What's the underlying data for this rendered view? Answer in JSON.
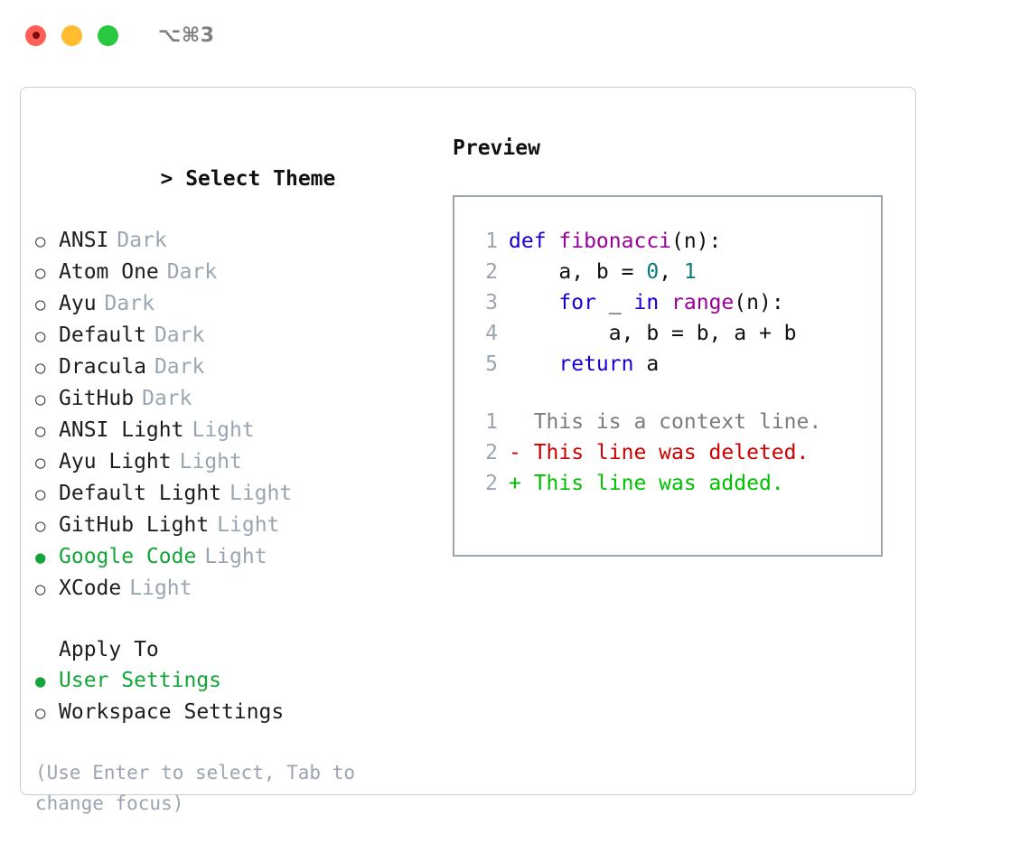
{
  "titlebar": {
    "buttons": [
      {
        "name": "close-button",
        "color": "#ff5f57"
      },
      {
        "name": "minimize-button",
        "color": "#febc2e"
      },
      {
        "name": "maximize-button",
        "color": "#28c840"
      }
    ],
    "shortcut": "⌥⌘3"
  },
  "colors": {
    "accent_green": "#13a538",
    "muted": "#9aa5b1",
    "text": "#1b1d21",
    "keyword": "#1500d4",
    "function": "#990099",
    "number": "#0a7b7b",
    "diff_context": "#7c7c7c",
    "diff_deleted": "#cc0000",
    "diff_added": "#00c000",
    "panel_border": "#c8cdd6",
    "preview_border": "#9aa5b1"
  },
  "theme_panel": {
    "caret": ">",
    "title": "Select Theme",
    "bullet_unselected": "○",
    "bullet_selected": "●",
    "options": [
      {
        "label": "ANSI",
        "kind": "Dark",
        "selected": false
      },
      {
        "label": "Atom One",
        "kind": "Dark",
        "selected": false
      },
      {
        "label": "Ayu",
        "kind": "Dark",
        "selected": false
      },
      {
        "label": "Default",
        "kind": "Dark",
        "selected": false
      },
      {
        "label": "Dracula",
        "kind": "Dark",
        "selected": false
      },
      {
        "label": "GitHub",
        "kind": "Dark",
        "selected": false
      },
      {
        "label": "ANSI Light",
        "kind": "Light",
        "selected": false
      },
      {
        "label": "Ayu Light",
        "kind": "Light",
        "selected": false
      },
      {
        "label": "Default Light",
        "kind": "Light",
        "selected": false
      },
      {
        "label": "GitHub Light",
        "kind": "Light",
        "selected": false
      },
      {
        "label": "Google Code",
        "kind": "Light",
        "selected": true
      },
      {
        "label": "XCode",
        "kind": "Light",
        "selected": false
      }
    ]
  },
  "apply_to": {
    "title": "Apply To",
    "options": [
      {
        "label": "User Settings",
        "selected": true
      },
      {
        "label": "Workspace Settings",
        "selected": false
      }
    ]
  },
  "hint": "(Use Enter to select, Tab to change focus)",
  "preview": {
    "title": "Preview",
    "code_lines": [
      {
        "num": "1",
        "tokens": [
          {
            "t": "def ",
            "c": "kw"
          },
          {
            "t": "fibonacci",
            "c": "fn"
          },
          {
            "t": "(n):",
            "c": "pln"
          }
        ]
      },
      {
        "num": "2",
        "tokens": [
          {
            "t": "    a, b = ",
            "c": "pln"
          },
          {
            "t": "0",
            "c": "num"
          },
          {
            "t": ", ",
            "c": "pln"
          },
          {
            "t": "1",
            "c": "num"
          }
        ]
      },
      {
        "num": "3",
        "tokens": [
          {
            "t": "    ",
            "c": "pln"
          },
          {
            "t": "for",
            "c": "kw"
          },
          {
            "t": " _ ",
            "c": "pln"
          },
          {
            "t": "in",
            "c": "kw"
          },
          {
            "t": " ",
            "c": "pln"
          },
          {
            "t": "range",
            "c": "fn"
          },
          {
            "t": "(n):",
            "c": "pln"
          }
        ]
      },
      {
        "num": "4",
        "tokens": [
          {
            "t": "        a, b = b, a + b",
            "c": "pln"
          }
        ]
      },
      {
        "num": "5",
        "tokens": [
          {
            "t": "    ",
            "c": "pln"
          },
          {
            "t": "return",
            "c": "kw"
          },
          {
            "t": " a",
            "c": "pln"
          }
        ]
      }
    ],
    "diff_lines": [
      {
        "num": "1",
        "tokens": [
          {
            "t": "  This is a context line.",
            "c": "ctx"
          }
        ]
      },
      {
        "num": "2",
        "tokens": [
          {
            "t": "- This line was deleted.",
            "c": "del"
          }
        ]
      },
      {
        "num": "2",
        "tokens": [
          {
            "t": "+ This line was added.",
            "c": "add"
          }
        ]
      }
    ]
  }
}
